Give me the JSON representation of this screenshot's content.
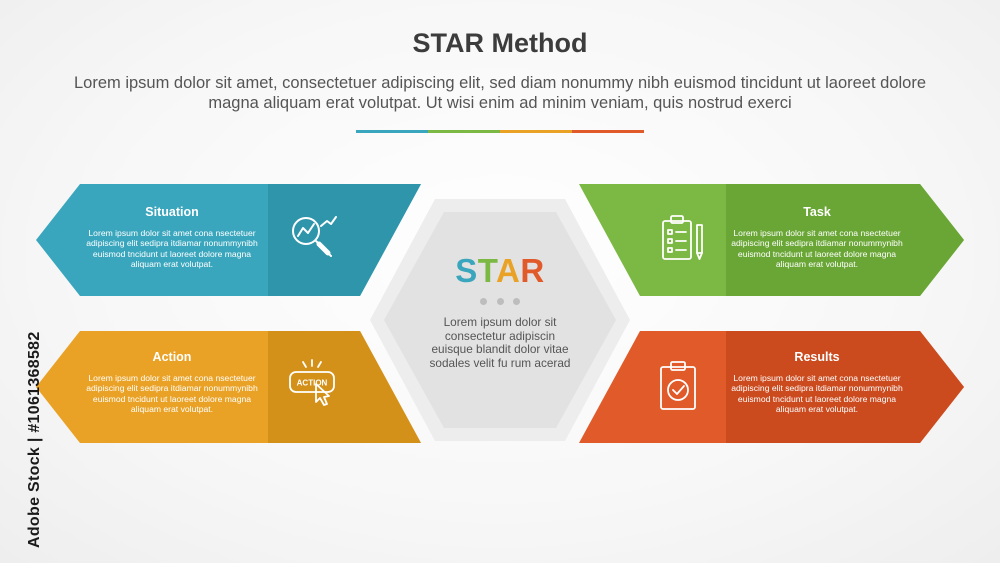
{
  "header": {
    "title": "STAR Method",
    "subtitle": "Lorem ipsum dolor sit amet, consectetuer adipiscing elit, sed diam nonummy nibh euismod tincidunt ut laoreet dolore magna aliquam erat volutpat. Ut wisi enim ad minim veniam, quis nostrud exerci"
  },
  "divider_colors": [
    "#3aa6bd",
    "#7cb844",
    "#e9a225",
    "#e05a2a"
  ],
  "cards": {
    "situation": {
      "title": "Situation",
      "text": "Lorem ipsum dolor sit amet cona nsectetuer adipiscing elit sedipra itdiamar nonummynibh euismod tncidunt ut laoreet dolore magna aliquam erat volutpat.",
      "icon": "analysis-magnifier-icon",
      "color": "#3aa6bd",
      "shade": "#2f95ab"
    },
    "task": {
      "title": "Task",
      "text": "Lorem ipsum dolor sit amet cona nsectetuer adipiscing elit sedipra itdiamar nonummynibh euismod tncidunt ut laoreet dolore magna aliquam erat volutpat.",
      "icon": "clipboard-checklist-icon",
      "color": "#7cb844",
      "shade": "#6aa636"
    },
    "action": {
      "title": "Action",
      "text": "Lorem ipsum dolor sit amet cona nsectetuer adipiscing elit sedipra itdiamar nonummynibh euismod tncidunt ut laoreet dolore magna aliquam erat volutpat.",
      "icon": "action-button-click-icon",
      "icon_label": "ACTION",
      "color": "#e9a225",
      "shade": "#d4911a"
    },
    "results": {
      "title": "Results",
      "text": "Lorem ipsum dolor sit amet cona nsectetuer adipiscing elit sedipra itdiamar nonummynibh euismod tncidunt ut laoreet dolore magna aliquam erat volutpat.",
      "icon": "clipboard-check-icon",
      "color": "#e05a2a",
      "shade": "#cb4b1f"
    }
  },
  "center": {
    "letters": [
      {
        "char": "S",
        "color": "#3aa6bd"
      },
      {
        "char": "T",
        "color": "#7cb844"
      },
      {
        "char": "A",
        "color": "#e9a225"
      },
      {
        "char": "R",
        "color": "#e05a2a"
      }
    ],
    "text": "Lorem ipsum dolor sit consectetur adipiscin euisque blandit dolor vitae sodales velit fu rum acerad"
  },
  "watermark": "Adobe Stock | #1061368582"
}
